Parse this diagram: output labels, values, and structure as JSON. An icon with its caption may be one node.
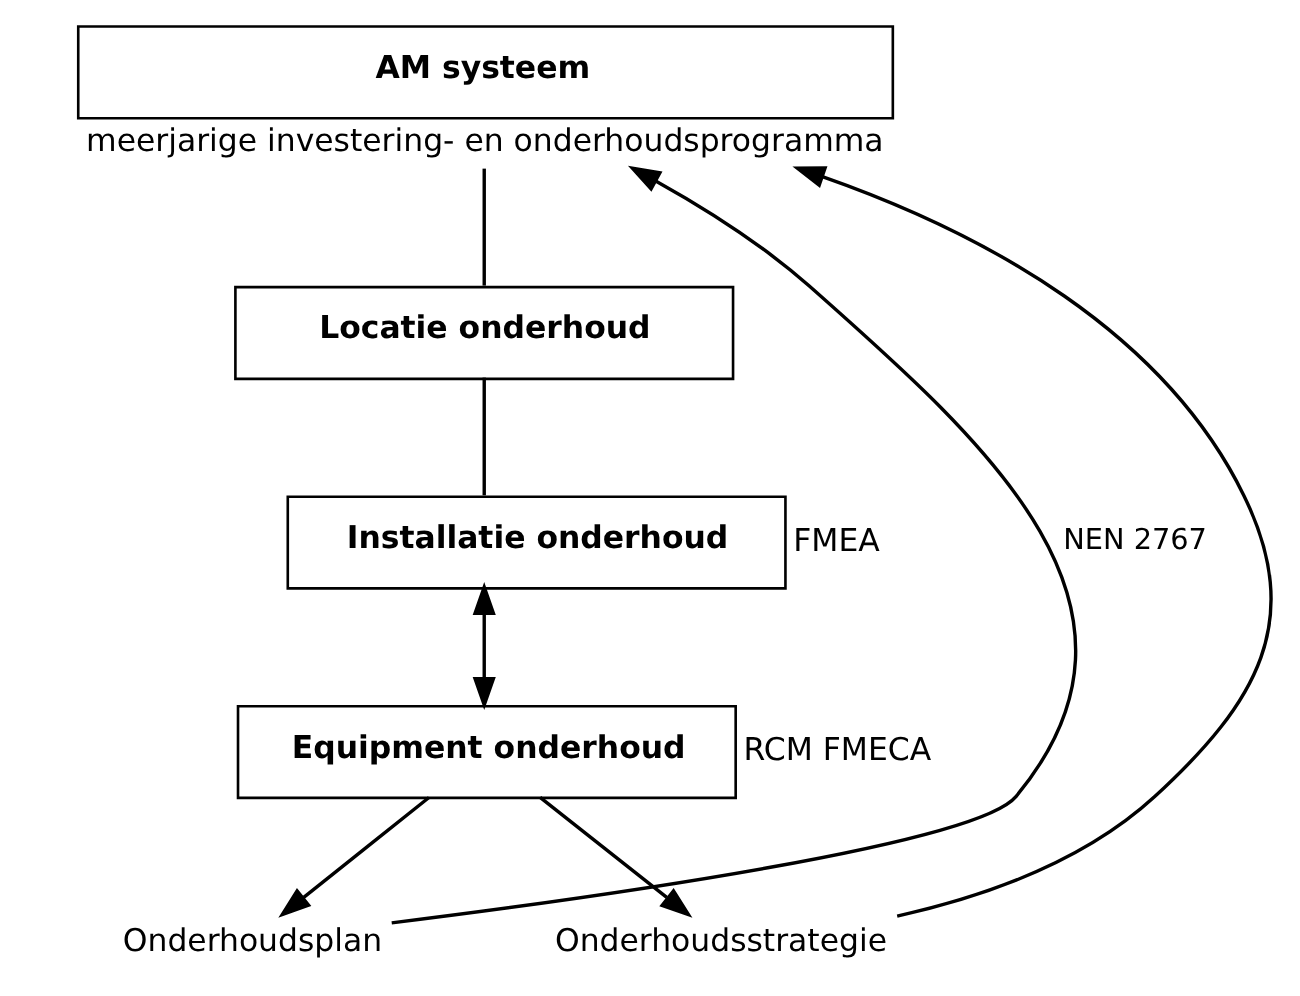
{
  "diagram": {
    "nodes": [
      {
        "text": [
          "AM systeem"
        ],
        "beside": [
          "meerjarige investering- en onderhoudsprogramma"
        ]
      },
      {
        "text": [
          "Locatie onderhoud"
        ]
      },
      {
        "text": [
          "Installatie onderhoud"
        ],
        "beside": [
          "FMEA"
        ]
      },
      {
        "text": [
          "Equipment onderhoud"
        ],
        "beside": [
          "RCM FMECA"
        ]
      },
      {
        "text": [
          "Onderhoudsplan"
        ]
      },
      {
        "text": [
          "Onderhoudsstrategie"
        ]
      }
    ],
    "edges": [
      {
        "from": 0,
        "to": 1,
        "arrow": "none"
      },
      {
        "from": 1,
        "to": 2,
        "arrow": "none"
      },
      {
        "from": 2,
        "to": 3,
        "arrow": "both"
      },
      {
        "from": 3,
        "to": 4,
        "arrow": "to"
      },
      {
        "from": 4,
        "to": 0,
        "arrow": "to",
        "label": "NEN 2767"
      },
      {
        "from": 3,
        "to": 5,
        "arrow": "to"
      },
      {
        "from": 5,
        "to": 0,
        "arrow": "to"
      }
    ]
  }
}
